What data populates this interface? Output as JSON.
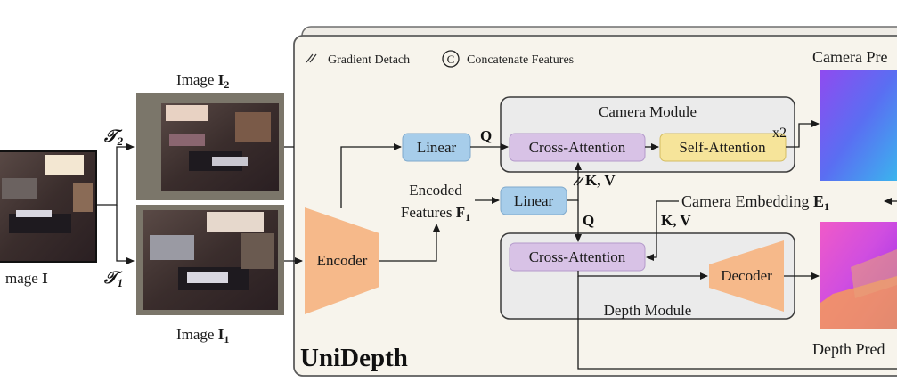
{
  "legend": {
    "gradient_detach": "Gradient Detach",
    "concatenate_symbol": "C",
    "concatenate": "Concatenate Features"
  },
  "inputs": {
    "image_main_prefix": "mage ",
    "image_main_symbol": "I",
    "t2_symbol": "𝒯",
    "t2_sub": "2",
    "t1_symbol": "𝒯",
    "t1_sub": "1",
    "image2_prefix": "Image ",
    "image2_symbol": "I",
    "image2_sub": "2",
    "image1_prefix": "Image ",
    "image1_symbol": "I",
    "image1_sub": "1"
  },
  "network": {
    "encoder": "Encoder",
    "encoded_line1": "Encoded",
    "encoded_line2": "Features ",
    "encoded_symbol": "F",
    "encoded_sub": "1",
    "linear_top": "Linear",
    "linear_mid": "Linear",
    "q_top": "Q",
    "q_mid": "Q",
    "kv_top": "K, V",
    "kv_right": "K, V",
    "camera_module": "Camera Module",
    "cross_attention_top": "Cross-Attention",
    "self_attention": "Self-Attention",
    "x2": "x2",
    "camera_embedding": "Camera Embedding ",
    "camera_embedding_symbol": "E",
    "camera_embedding_sub": "1",
    "cross_attention_bottom": "Cross-Attention",
    "decoder": "Decoder",
    "depth_module": "Depth Module",
    "brand": "UniDepth"
  },
  "outputs": {
    "camera_pred": "Camera Pre",
    "depth_pred": "Depth Pred"
  },
  "colors": {
    "panel_bg": "#f7f4ec",
    "module_bg": "#ebebeb",
    "linear_fill": "#a7cdea",
    "linear_stroke": "#7fa9cc",
    "cross_fill": "#d8c2e6",
    "cross_stroke": "#b49acb",
    "self_fill": "#f6e49a",
    "self_stroke": "#d4bd62",
    "encoder_fill": "#f6b98a",
    "frame_gray": "#7b766a"
  },
  "icons": {
    "gradient_detach": "double-slash-icon",
    "concatenate": "circled-c-icon",
    "arrow_left": "arrow-left-icon"
  }
}
